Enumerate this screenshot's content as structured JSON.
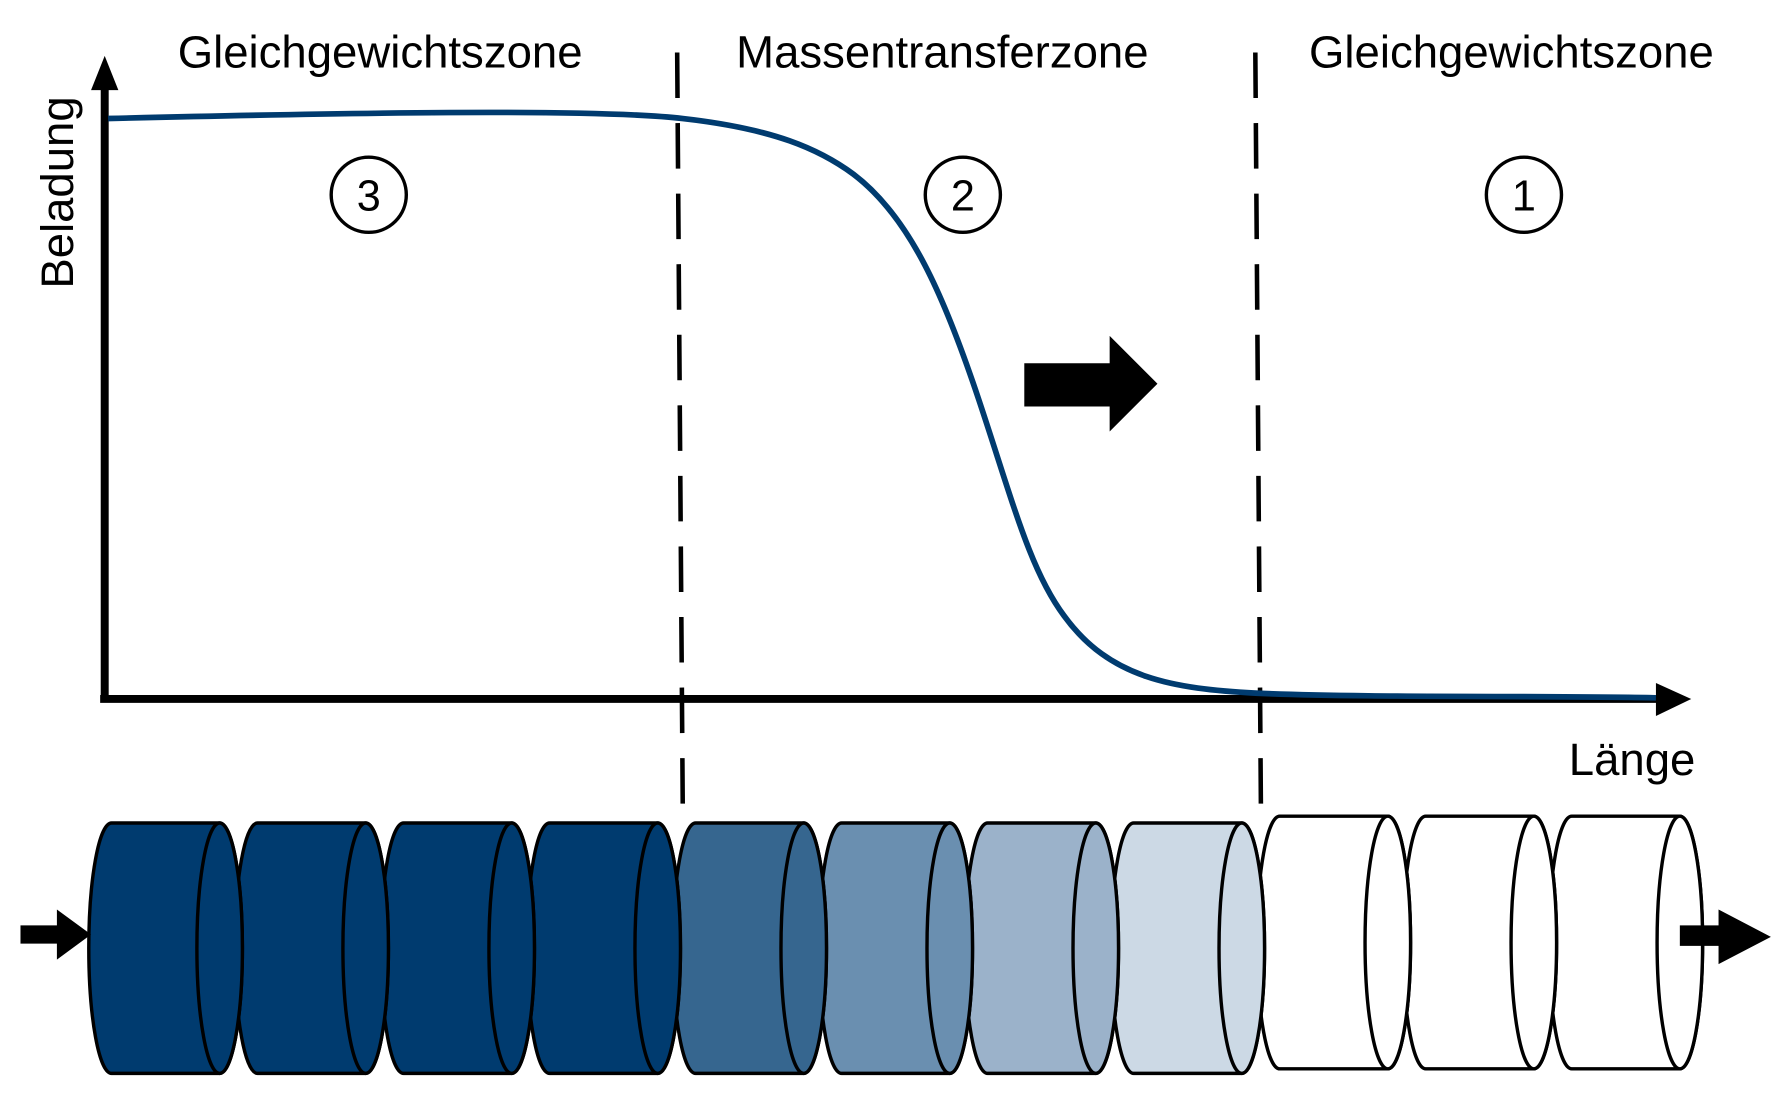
{
  "zones": {
    "left": "Gleichgewichtszone",
    "middle": "Massentransferzone",
    "right": "Gleichgewichtszone"
  },
  "axes": {
    "y_label": "Beladung",
    "x_label": "Länge"
  },
  "zone_markers": [
    "3",
    "2",
    "1"
  ],
  "curve_color": "#003b6f",
  "segment_colors": [
    "#003b6f",
    "#003b6f",
    "#003b6f",
    "#003b6f",
    "#36668f",
    "#6a8fb0",
    "#9bb2ca",
    "#ccd9e5",
    "#ffffff",
    "#ffffff",
    "#ffffff"
  ],
  "icons": {
    "flow_in": "arrow-right-icon",
    "flow_out": "arrow-right-icon",
    "front_direction": "arrow-right-icon"
  }
}
